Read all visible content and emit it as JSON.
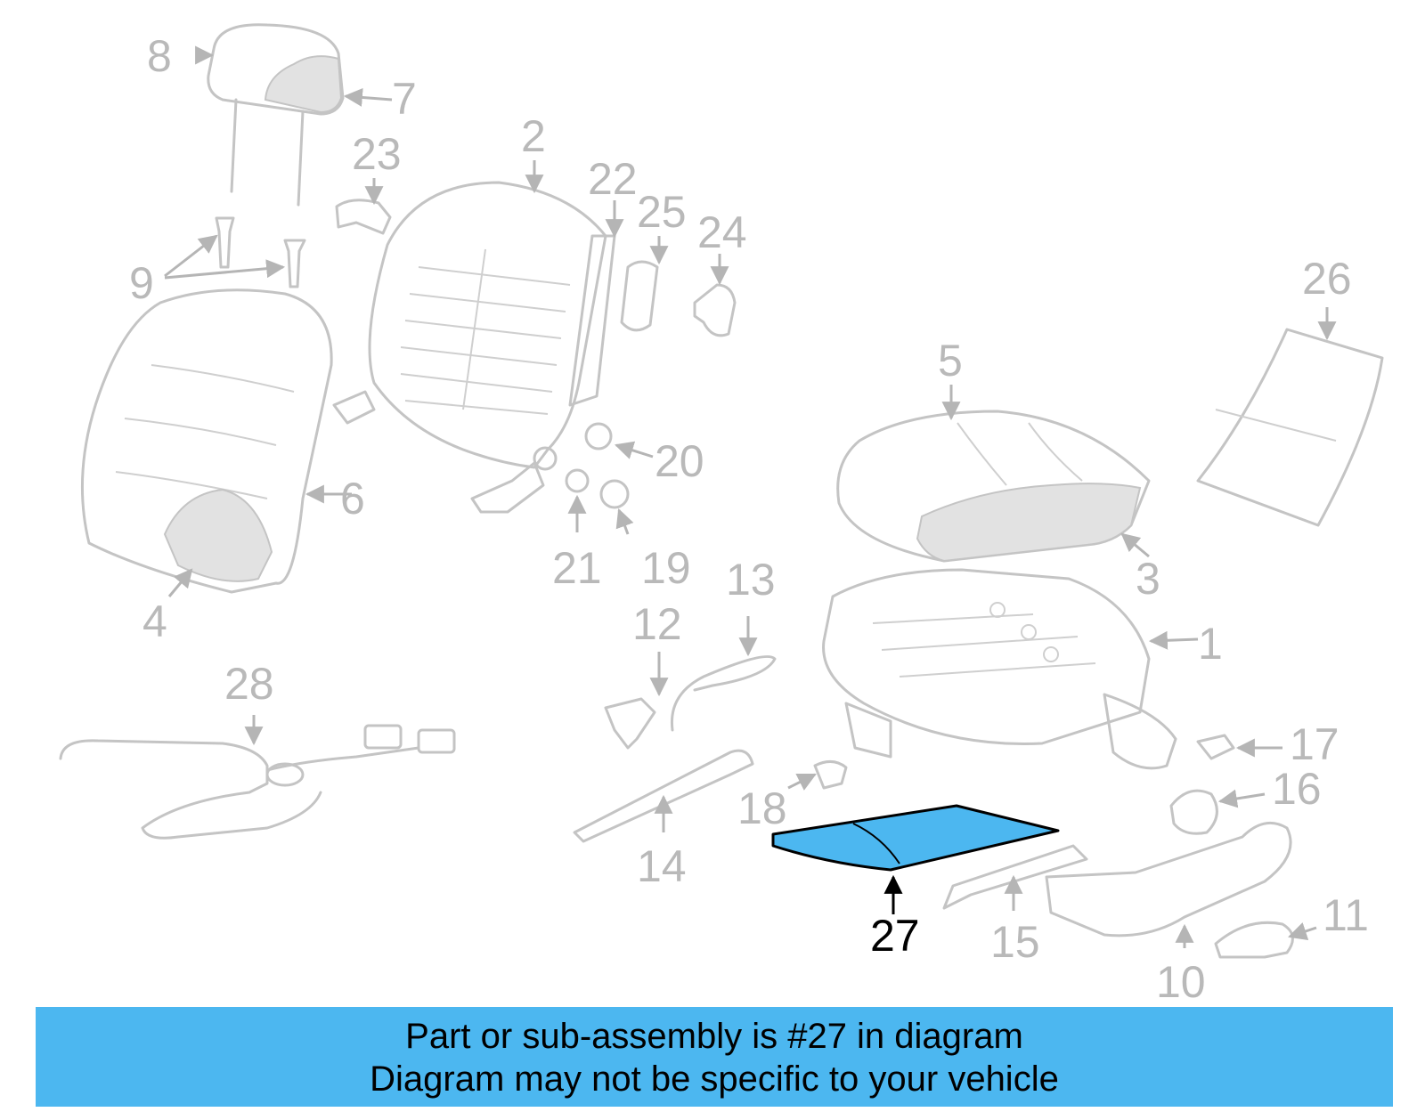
{
  "callouts": {
    "c1": "1",
    "c2": "2",
    "c3": "3",
    "c4": "4",
    "c5": "5",
    "c6": "6",
    "c7": "7",
    "c8": "8",
    "c9": "9",
    "c10": "10",
    "c11": "11",
    "c12": "12",
    "c13": "13",
    "c14": "14",
    "c15": "15",
    "c16": "16",
    "c17": "17",
    "c18": "18",
    "c19": "19",
    "c20": "20",
    "c21": "21",
    "c22": "22",
    "c23": "23",
    "c24": "24",
    "c25": "25",
    "c26": "26",
    "c27": "27",
    "c28": "28"
  },
  "highlight": {
    "part_number": "27",
    "color": "#4cb7f0"
  },
  "banner": {
    "line1": "Part or sub-assembly is #27 in diagram",
    "line2": "Diagram may not be specific to your vehicle",
    "background": "#4cb7f0"
  }
}
